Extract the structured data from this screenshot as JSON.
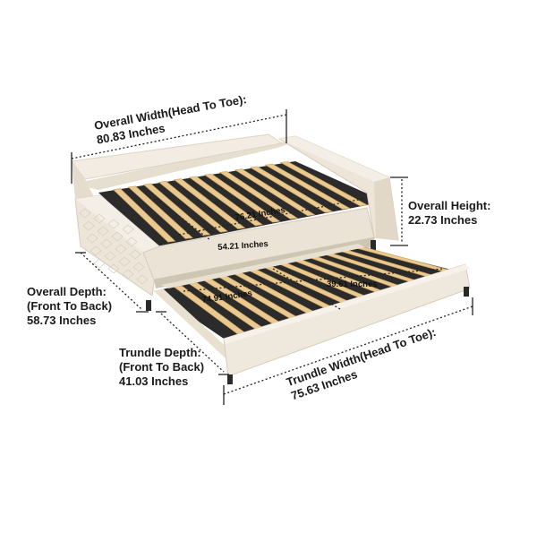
{
  "colors": {
    "fabric": "#efe8dc",
    "fabric_shadow": "#d9cfbf",
    "slat": "#e9c98f",
    "slat_edge": "#c99e5c",
    "frame_dark": "#2a2a2a",
    "dim_line": "#222222"
  },
  "labels": {
    "overall_width": {
      "line1": "Overall Width(Head To Toe):",
      "line2": "80.83 Inches"
    },
    "overall_height": {
      "line1": "Overall Height:",
      "line2": "22.73 Inches"
    },
    "overall_depth": {
      "line1": "Overall Depth:",
      "line2": "(Front To Back)",
      "line3": "58.73 Inches"
    },
    "trundle_depth": {
      "line1": "Trundle Depth:",
      "line2": "(Front To Back)",
      "line3": "41.03 Inches"
    },
    "trundle_width": {
      "line1": "Trundle Width(Head To Toe):",
      "line2": "75.63 Inches"
    }
  },
  "inner_labels": {
    "bed_slat_length": "76.21 Inches",
    "bed_slat_width": "54.21 Inches",
    "trundle_slat_length": "74.91 Inches",
    "trundle_slat_width": "39.61 Inches"
  }
}
